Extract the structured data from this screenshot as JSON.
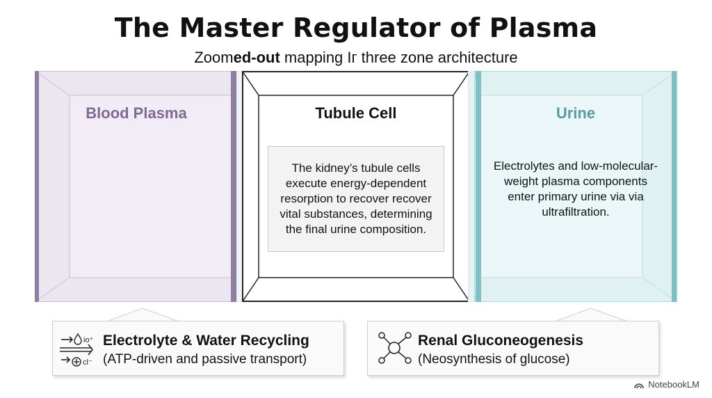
{
  "title": "The Master Regulator of Plasma",
  "subtitle": {
    "normal1": "Zoom",
    "bold": "ed-out",
    "normal2": " mapping Iг three zone architecture"
  },
  "zones": {
    "plasma": {
      "title": "Blood Plasma",
      "color": "#7e6a94"
    },
    "tubule": {
      "title": "Tubule Cell",
      "text": "The kidney’s tubule cells execute energy-dependent resorption to recover recover vital substances, determining the final urine composition."
    },
    "urine": {
      "title": "Urine",
      "color": "#5a9aa6",
      "text": "Electrolytes and low-molecular-weight plasma components enter primary urine via via ultrafiltration."
    }
  },
  "panels": {
    "recycling": {
      "title": "Electrolyte & Water Recycling",
      "subtitle": "(ATP-driven and passive transport)",
      "icon": "ion-transport-icon",
      "icon_labels": {
        "top": "io⁺",
        "bottom": "cl⁻"
      }
    },
    "gluco": {
      "title": "Renal Gluconeogenesis",
      "subtitle": "(Neosynthesis of glucose)",
      "icon": "molecule-network-icon"
    }
  },
  "brand": "NotebookLM"
}
